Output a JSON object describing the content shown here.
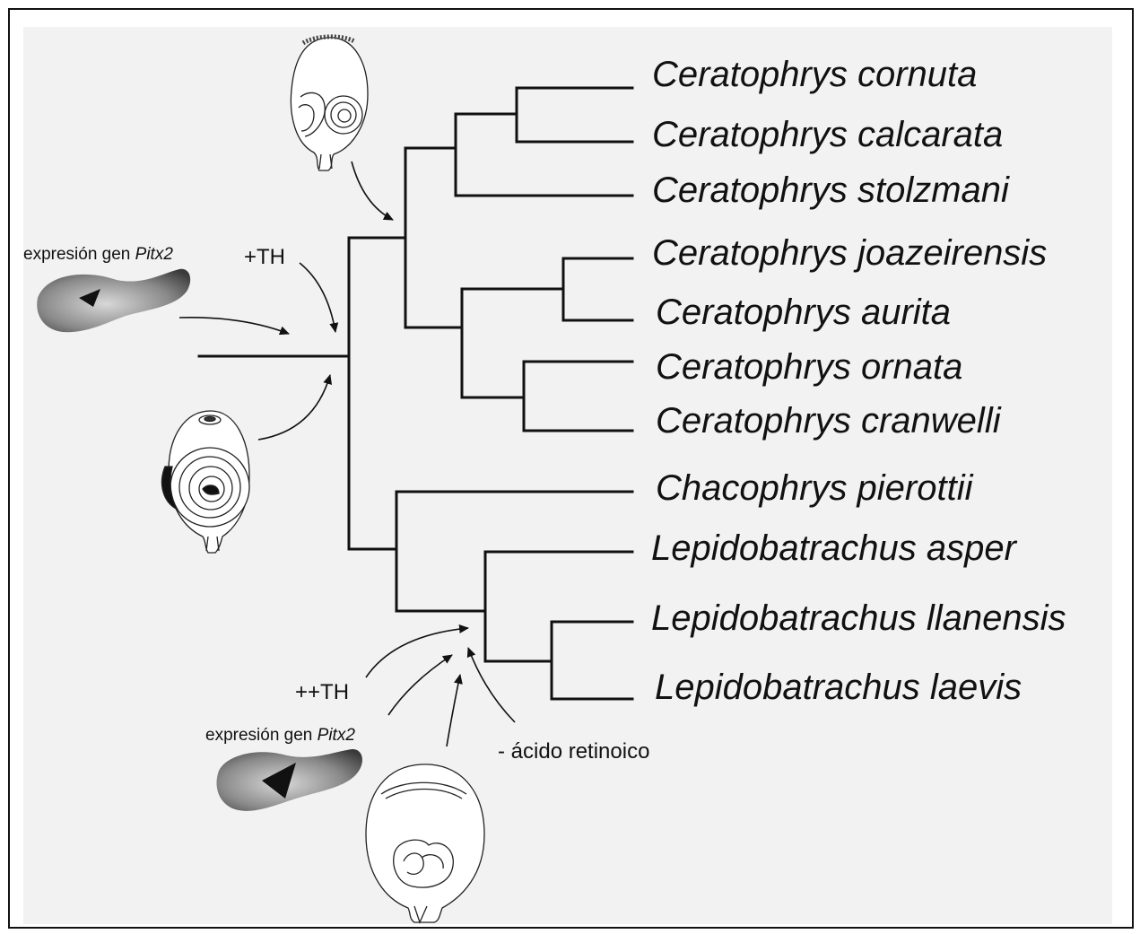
{
  "taxa": [
    "Ceratophrys cornuta",
    "Ceratophrys calcarata",
    "Ceratophrys stolzmani",
    "Ceratophrys joazeirensis",
    "Ceratophrys aurita",
    "Ceratophrys ornata",
    "Ceratophrys cranwelli",
    "Chacophrys pierottii",
    "Lepidobatrachus asper",
    "Lepidobatrachus llanensis",
    "Lepidobatrachus laevis"
  ],
  "annotations": {
    "th_plus": "+TH",
    "th_plusplus": "++TH",
    "retinoic": "- ácido retinoico",
    "expr_top": "expresión gen ",
    "gene_top": "Pitx2",
    "expr_bottom": "expresión gen ",
    "gene_bottom": "Pitx2"
  },
  "icons": [
    "tadpole-dorsal-icon",
    "tadpole-ventral-gut-icon",
    "tadpole-lateral-pitx2-icon"
  ]
}
